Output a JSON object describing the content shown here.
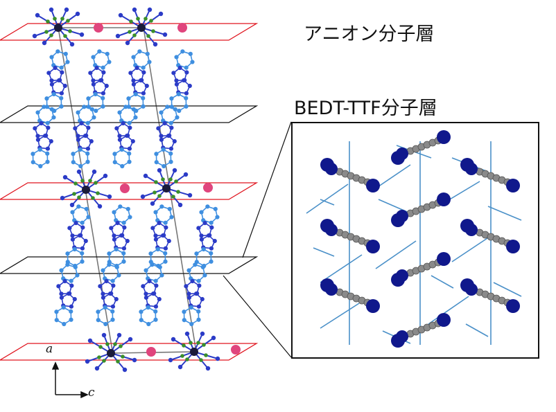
{
  "labels": {
    "anion_layer": "アニオン分子層",
    "bedt_layer": "BEDT-TTF分子層",
    "axis_a": "a",
    "axis_c": "c"
  },
  "colors": {
    "anion_plane": "#e0151f",
    "bedt_plane": "#111111",
    "cation_atom": "#e0457d",
    "metal_atom": "#1b1b3a",
    "ligand_dark": "#2b3bc7",
    "ligand_green": "#3a8f2a",
    "bedt_dark": "#2b3bc7",
    "bedt_light": "#3f8fe0",
    "inset_sulfur": "#10188c",
    "inset_carbon": "#8a8a8a",
    "inset_line": "#4a90c8"
  }
}
